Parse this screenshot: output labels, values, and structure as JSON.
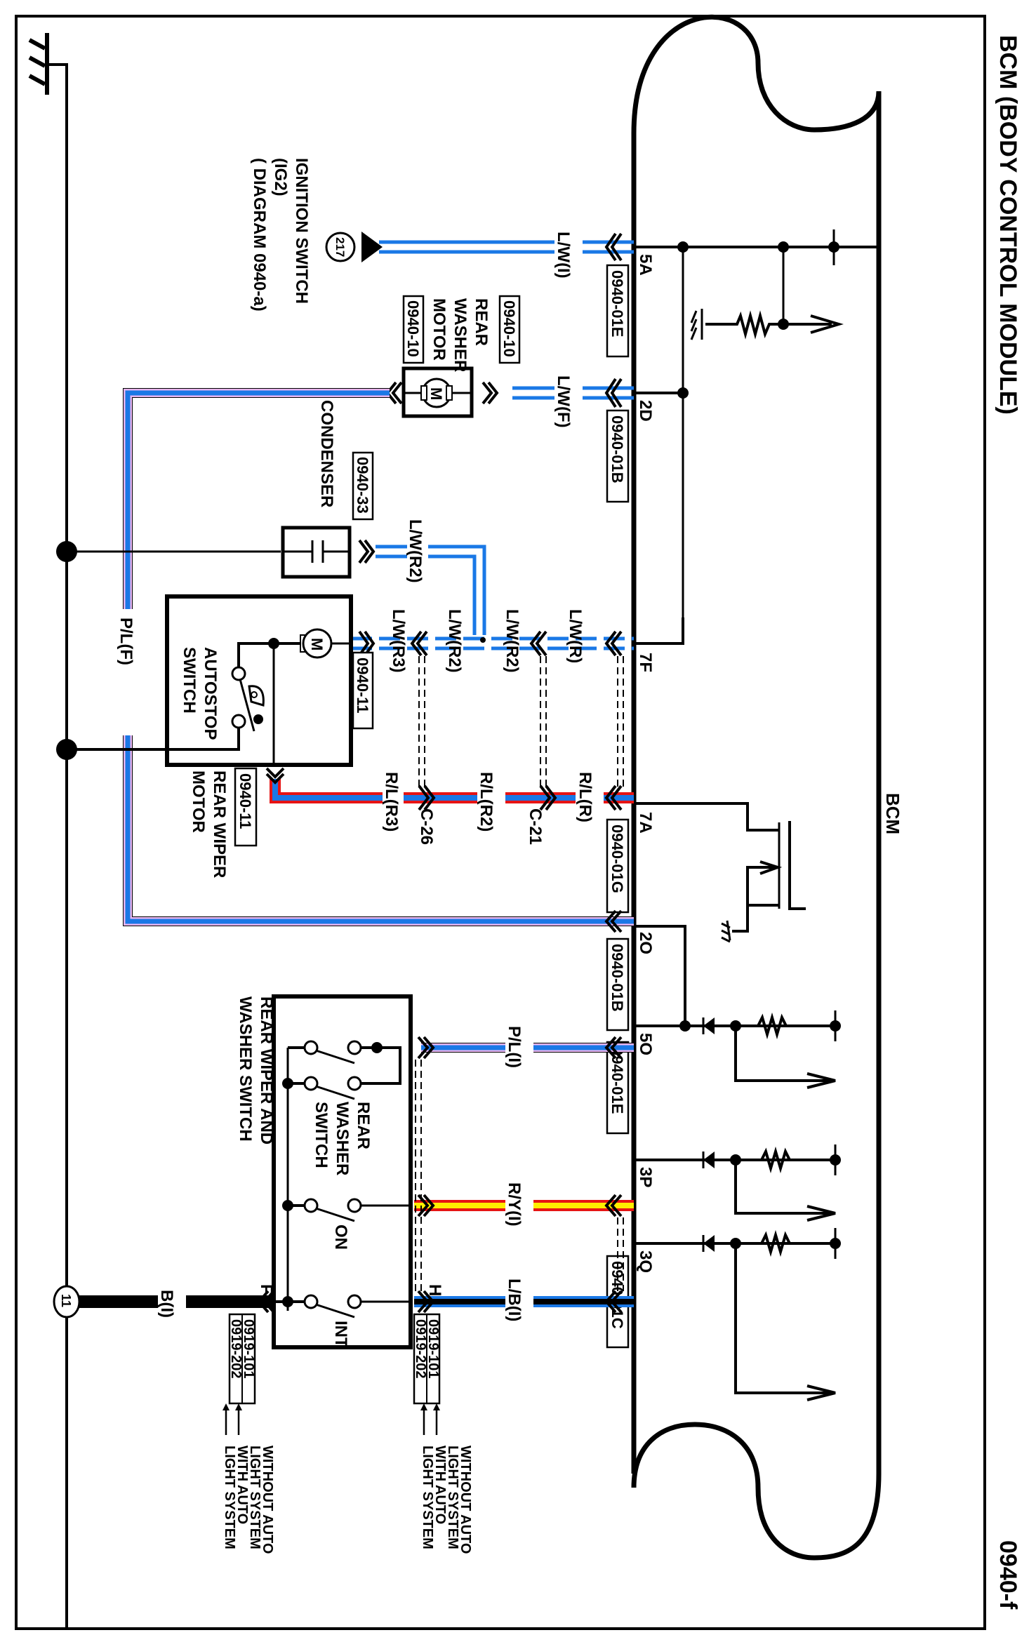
{
  "header": {
    "title": "BCM (BODY CONTROL MODULE)",
    "diagram_code": "0940-f"
  },
  "bcm": {
    "label": "BCM",
    "pins": [
      {
        "id": "5A",
        "wire": "L/W(I)",
        "ref": "0940-01E"
      },
      {
        "id": "2D",
        "wire": "L/W(F)",
        "ref": "0940-01B"
      },
      {
        "id": "7F",
        "wire": "L/W(R)",
        "ref": ""
      },
      {
        "id": "7A",
        "wire": "R/L(R)",
        "ref": "0940-01G"
      },
      {
        "id": "2O",
        "wire": "P/L(F)",
        "ref": "0940-01B"
      },
      {
        "id": "5O",
        "wire": "P/L(I)",
        "ref": "0940-01E"
      },
      {
        "id": "3P",
        "wire": "R/Y(I)",
        "ref": ""
      },
      {
        "id": "3Q",
        "wire": "L/B(I)",
        "ref": "0940-01C"
      }
    ]
  },
  "components": {
    "ignition": {
      "circle": "217",
      "line1": "IGNITION SWITCH",
      "line2": "(IG2)",
      "line3": "( DIAGRAM 0940-a)"
    },
    "washer_motor": {
      "line1": "REAR",
      "line2": "WASHER",
      "line3": "MOTOR",
      "ref_a": "0940-10",
      "ref_b": "0940-10",
      "motor": "M"
    },
    "condenser": {
      "label": "CONDENSER",
      "ref": "0940-33"
    },
    "autostop": {
      "line1": "AUTOSTOP",
      "line2": "SWITCH",
      "motor": "M",
      "ref": "0940-11"
    },
    "wiper_motor": {
      "line1": "REAR WIPER",
      "line2": "MOTOR",
      "ref": "0940-11"
    },
    "switch": {
      "line1": "REAR WIPER AND",
      "line2": "WASHER SWITCH",
      "washer_l1": "REAR",
      "washer_l2": "WASHER",
      "washer_l3": "SWITCH",
      "on": "ON",
      "int": "INT",
      "pin_f": "F",
      "pin_h": "H"
    },
    "ground_circle": "11"
  },
  "wires": {
    "lw_r2_cond": "L/W(R2)",
    "lw_r3": "L/W(R3)",
    "lw_r2_a": "L/W(R2)",
    "lw_r2_b": "L/W(R2)",
    "rl_r3": "R/L(R3)",
    "rl_r2": "R/L(R2)",
    "c26": "C-26",
    "c21": "C-21",
    "pl_f": "P/L(F)",
    "b_i": "B(I)"
  },
  "refs": {
    "left_top": "0919-101",
    "left_bot": "0919-202",
    "right_top": "0919-101",
    "right_bot": "0919-202",
    "note_without_1": "WITHOUT AUTO",
    "note_without_2": "LIGHT SYSTEM",
    "note_with_1": "WITH AUTO",
    "note_with_2": "LIGHT SYSTEM"
  },
  "colors": {
    "blue": "#1a78e6",
    "red": "#e61414",
    "yellow": "#ffee00",
    "pink": "#e6b4ef",
    "black": "#000000"
  }
}
